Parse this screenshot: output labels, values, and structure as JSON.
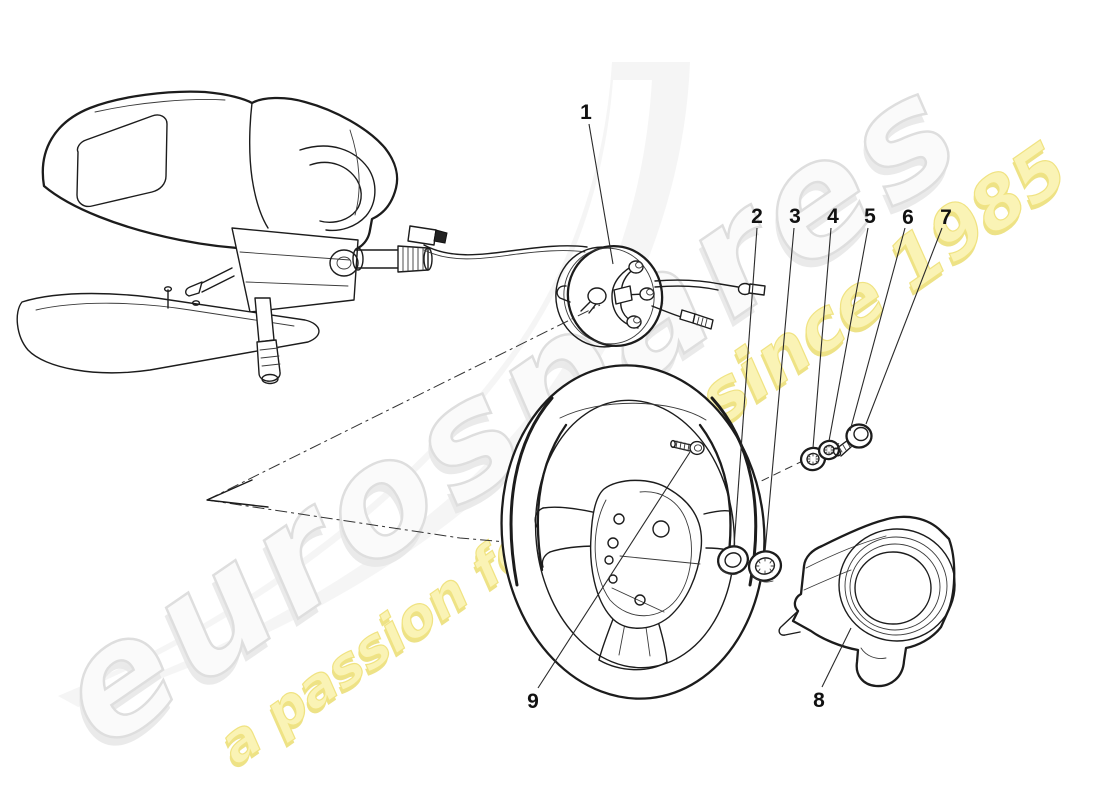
{
  "watermark": {
    "brand": "eurospares",
    "tagline": "a passion for parts ",
    "tagline_emphasis": "since 1985"
  },
  "callouts": [
    "1",
    "2",
    "3",
    "4",
    "5",
    "6",
    "7",
    "8",
    "9"
  ],
  "colors": {
    "background": "#ffffff",
    "line_art": "#1c1c1c",
    "watermark_gray_fill": "#fafafa",
    "watermark_gray_edge": "#dedede",
    "watermark_yellow_fill": "#faf3b5",
    "watermark_yellow_edge": "#ecdf7b",
    "swoosh_gray": "#efefef"
  }
}
